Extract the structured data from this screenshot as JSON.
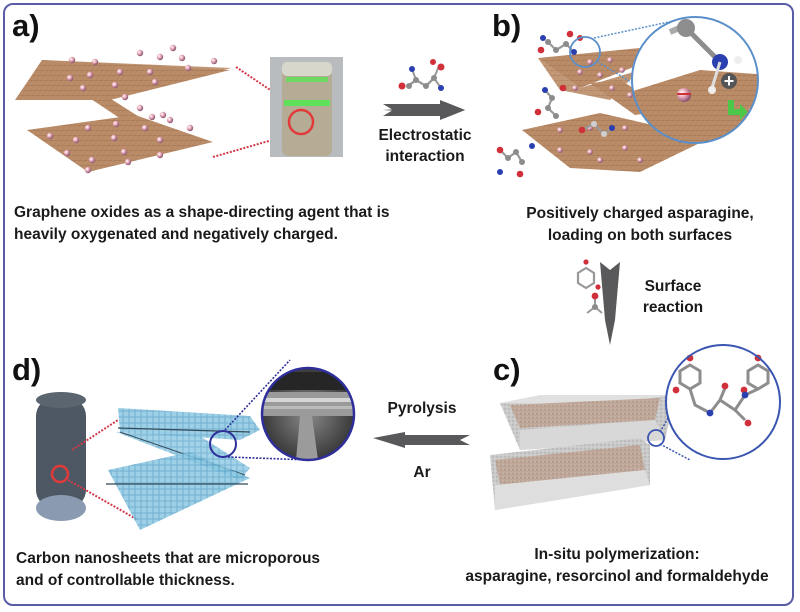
{
  "panels": {
    "a": {
      "label": "a)",
      "caption_line1": "Graphene oxides as a shape-directing agent that is",
      "caption_line2": "heavily oxygenated and negatively charged.",
      "sheet_color": "#b98a66",
      "vial_band_color": "#5fe05a",
      "zoom_circle_color": "#e23a3a"
    },
    "b": {
      "label": "b)",
      "caption_line1": "Positively charged asparagine,",
      "caption_line2": "loading on both surfaces",
      "charge_symbol": "+",
      "zoom_circle_color": "#5b8fc9"
    },
    "c": {
      "label": "c)",
      "caption_line1": "In-situ polymerization:",
      "caption_line2": "asparagine, resorcinol and formaldehyde",
      "zoom_circle_color": "#3a56b0"
    },
    "d": {
      "label": "d)",
      "caption_line1": "Carbon nanosheets that are microporous",
      "caption_line2": "and of controllable thickness.",
      "sheet_color": "#7fc1de",
      "zoom_circle_color": "#2e2f9a"
    }
  },
  "arrows": {
    "a_to_b": {
      "label_line1": "Electrostatic",
      "label_line2": "interaction",
      "direction": "right"
    },
    "b_to_c": {
      "label_line1": "Surface",
      "label_line2": "reaction",
      "direction": "down"
    },
    "c_to_d": {
      "label_top": "Pyrolysis",
      "label_bottom": "Ar",
      "direction": "left"
    }
  },
  "colors": {
    "frame_border": "#5a5ca8",
    "arrow_fill": "#59595b",
    "oxygen_atom": "#d0303a",
    "nitrogen_atom": "#2a3fb0",
    "carbon_atom": "#8c8c8c"
  }
}
